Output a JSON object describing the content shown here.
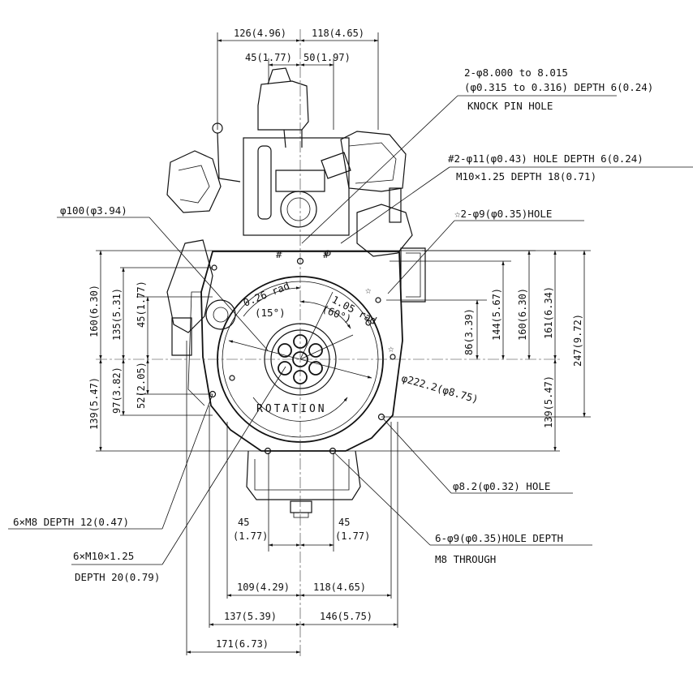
{
  "dims": {
    "top_left": "126(4.96)",
    "top_right": "118(4.65)",
    "upper_left": "45(1.77)",
    "upper_right": "50(1.97)",
    "b45_left_val": "45",
    "b45_left_in": "(1.77)",
    "b45_right_val": "45",
    "b45_right_in": "(1.77)",
    "b109": "109(4.29)",
    "b118": "118(4.65)",
    "b137": "137(5.39)",
    "b146": "146(5.75)",
    "b171": "171(6.73)",
    "v160_left": "160(6.30)",
    "v135": "135(5.31)",
    "v45": "45(1.77)",
    "v139_left": "139(5.47)",
    "v97": "97(3.82)",
    "v52": "52(2.05)",
    "v86": "86(3.39)",
    "v144": "144(5.67)",
    "v160_right": "160(6.30)",
    "v161": "161(6.34)",
    "v247": "247(9.72)",
    "v139_right": "139(5.47)"
  },
  "notes": {
    "knock_line1": "2-φ8.000 to 8.015",
    "knock_line2": "(φ0.315 to 0.316) DEPTH  6(0.24)",
    "knock_line3": "KNOCK PIN HOLE",
    "hash_line1": "#2-φ11(φ0.43) HOLE  DEPTH  6(0.24)",
    "hash_line2": "M10×1.25  DEPTH 18(0.71)",
    "star_line": "☆2-φ9(φ0.35)HOLE",
    "phi100": "φ100(φ3.94)",
    "phi222": "φ222.2(φ8.75)",
    "phi82": "φ8.2(φ0.32) HOLE",
    "holes6_line1": "6-φ9(φ0.35)HOLE DEPTH",
    "holes6_line2": "M8  THROUGH",
    "m8_depth": "6×M8  DEPTH  12(0.47)",
    "m10_line1": "6×M10×1.25",
    "m10_line2": "DEPTH 20(0.79)",
    "rad026": "0.26 rad",
    "deg15": "(15°)",
    "rad105": "1.05 rad",
    "deg60": "(60°)",
    "rotation": "ROTATION",
    "hash_mark": "#",
    "star_mark": "☆"
  }
}
